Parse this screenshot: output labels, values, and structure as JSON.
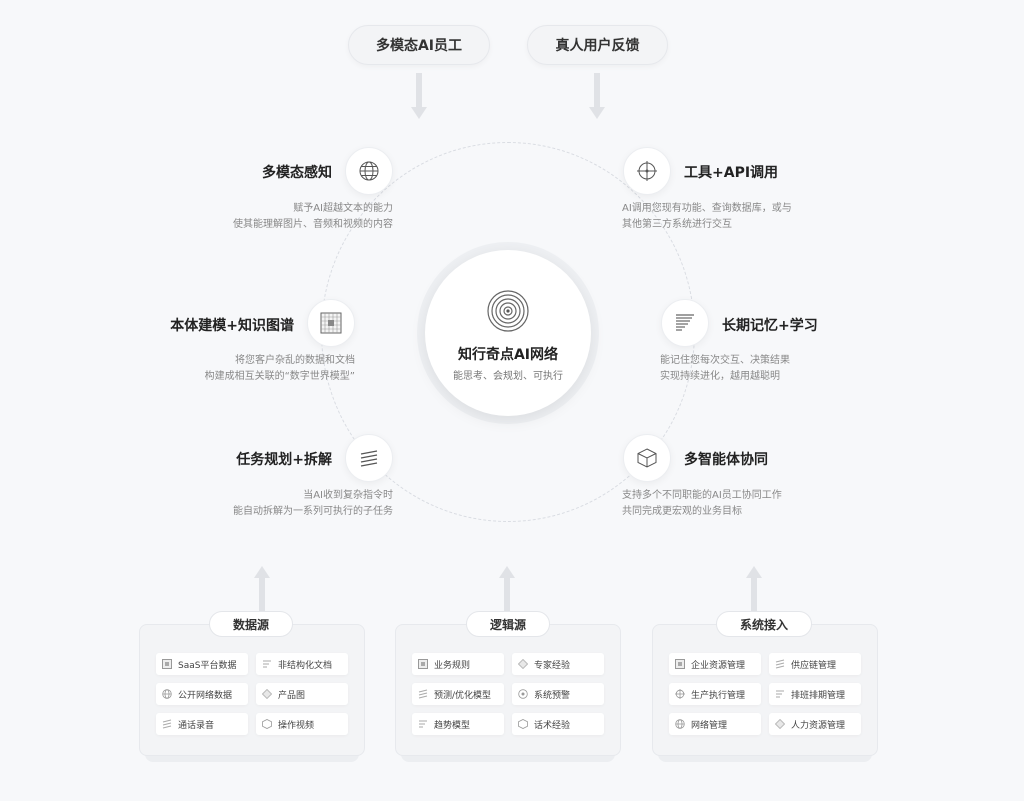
{
  "top_inputs": [
    "多模态AI员工",
    "真人用户反馈"
  ],
  "center": {
    "title": "知行奇点AI网络",
    "subtitle": "能思考、会规划、可执行"
  },
  "features": {
    "multimodal": {
      "title": "多模态感知",
      "desc1": "赋予AI超越文本的能力",
      "desc2": "使其能理解图片、音频和视频的内容",
      "icon": "globe-icon"
    },
    "tools": {
      "title": "工具+API调用",
      "desc1": "AI调用您现有功能、查询数据库，或与",
      "desc2": "其他第三方系统进行交互",
      "icon": "crosshair-icon"
    },
    "ontology": {
      "title": "本体建模+知识图谱",
      "desc1": "将您客户杂乱的数据和文档",
      "desc2": "构建成相互关联的“数字世界模型”",
      "icon": "grid-icon"
    },
    "memory": {
      "title": "长期记忆+学习",
      "desc1": "能记住您每次交互、决策结果",
      "desc2": "实现持续进化，越用越聪明",
      "icon": "layers-icon"
    },
    "planning": {
      "title": "任务规划+拆解",
      "desc1": "当AI收到复杂指令时",
      "desc2": "能自动拆解为一系列可执行的子任务",
      "icon": "stack-icon"
    },
    "collab": {
      "title": "多智能体协同",
      "desc1": "支持多个不同职能的AI员工协同工作",
      "desc2": "共同完成更宏观的业务目标",
      "icon": "cube-icon"
    }
  },
  "cards": [
    {
      "title": "数据源",
      "items": [
        "SaaS平台数据",
        "非结构化文档",
        "公开网络数据",
        "产品图",
        "通话录音",
        "操作视频"
      ]
    },
    {
      "title": "逻辑源",
      "items": [
        "业务规则",
        "专家经验",
        "预测/优化模型",
        "系统预警",
        "趋势模型",
        "话术经验"
      ]
    },
    {
      "title": "系统接入",
      "items": [
        "企业资源管理",
        "供应链管理",
        "生产执行管理",
        "排班排期管理",
        "网络管理",
        "人力资源管理"
      ]
    }
  ],
  "colors": {
    "background": "#f7f8fa",
    "arrow": "#e0e2e6",
    "ring": "#d9dce2"
  }
}
